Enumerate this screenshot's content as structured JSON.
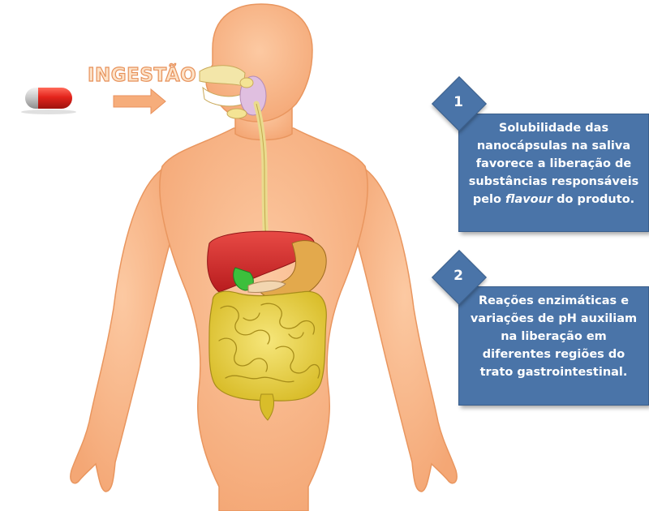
{
  "ingestion": {
    "label": "INGESTÃO"
  },
  "steps": [
    {
      "number": "1",
      "lines": [
        "Solubilidade das",
        "nanocápsulas na saliva",
        "favorece a liberação de",
        "substâncias responsáveis"
      ],
      "last_line": {
        "before": "pelo ",
        "emphasis": "flavour",
        "after": " do produto."
      }
    },
    {
      "number": "2",
      "lines": [
        "Reações enzimáticas e",
        "variações de pH auxiliam",
        "na liberação em",
        "diferentes regiões do",
        "trato gastrointestinal."
      ]
    }
  ],
  "colors": {
    "callout": "#4a74a8",
    "skin": "#f9b98a",
    "liver": "#d42b2b",
    "intestine": "#e8d44a",
    "stomach": "#e3a94c",
    "arrow": "#f6ad7b"
  }
}
